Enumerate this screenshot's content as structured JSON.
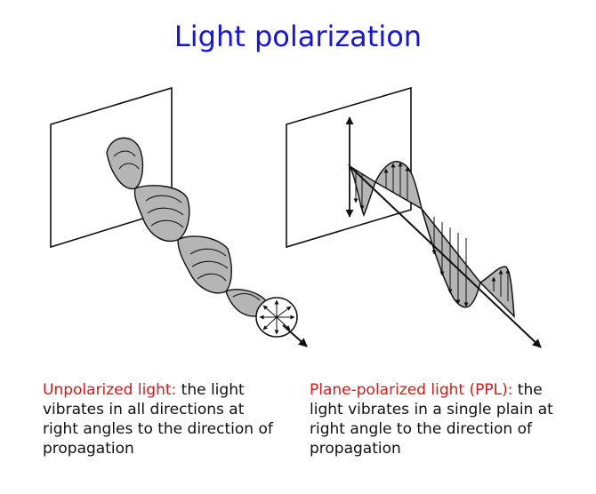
{
  "title": "Light polarization",
  "captions": {
    "unpolarized": {
      "term": "Unpolarized light:",
      "text": "the light vibrates in all directions at right angles to the direction of propagation"
    },
    "plane_polarized": {
      "term": "Plane-polarized light (PPL):",
      "text": "the light vibrates in a single plain at right angle to the direction of propagation"
    }
  },
  "colors": {
    "title": "#1414e6",
    "term": "#d61a1a",
    "wave_fill": "#b5b5b5",
    "ink": "#111111"
  }
}
